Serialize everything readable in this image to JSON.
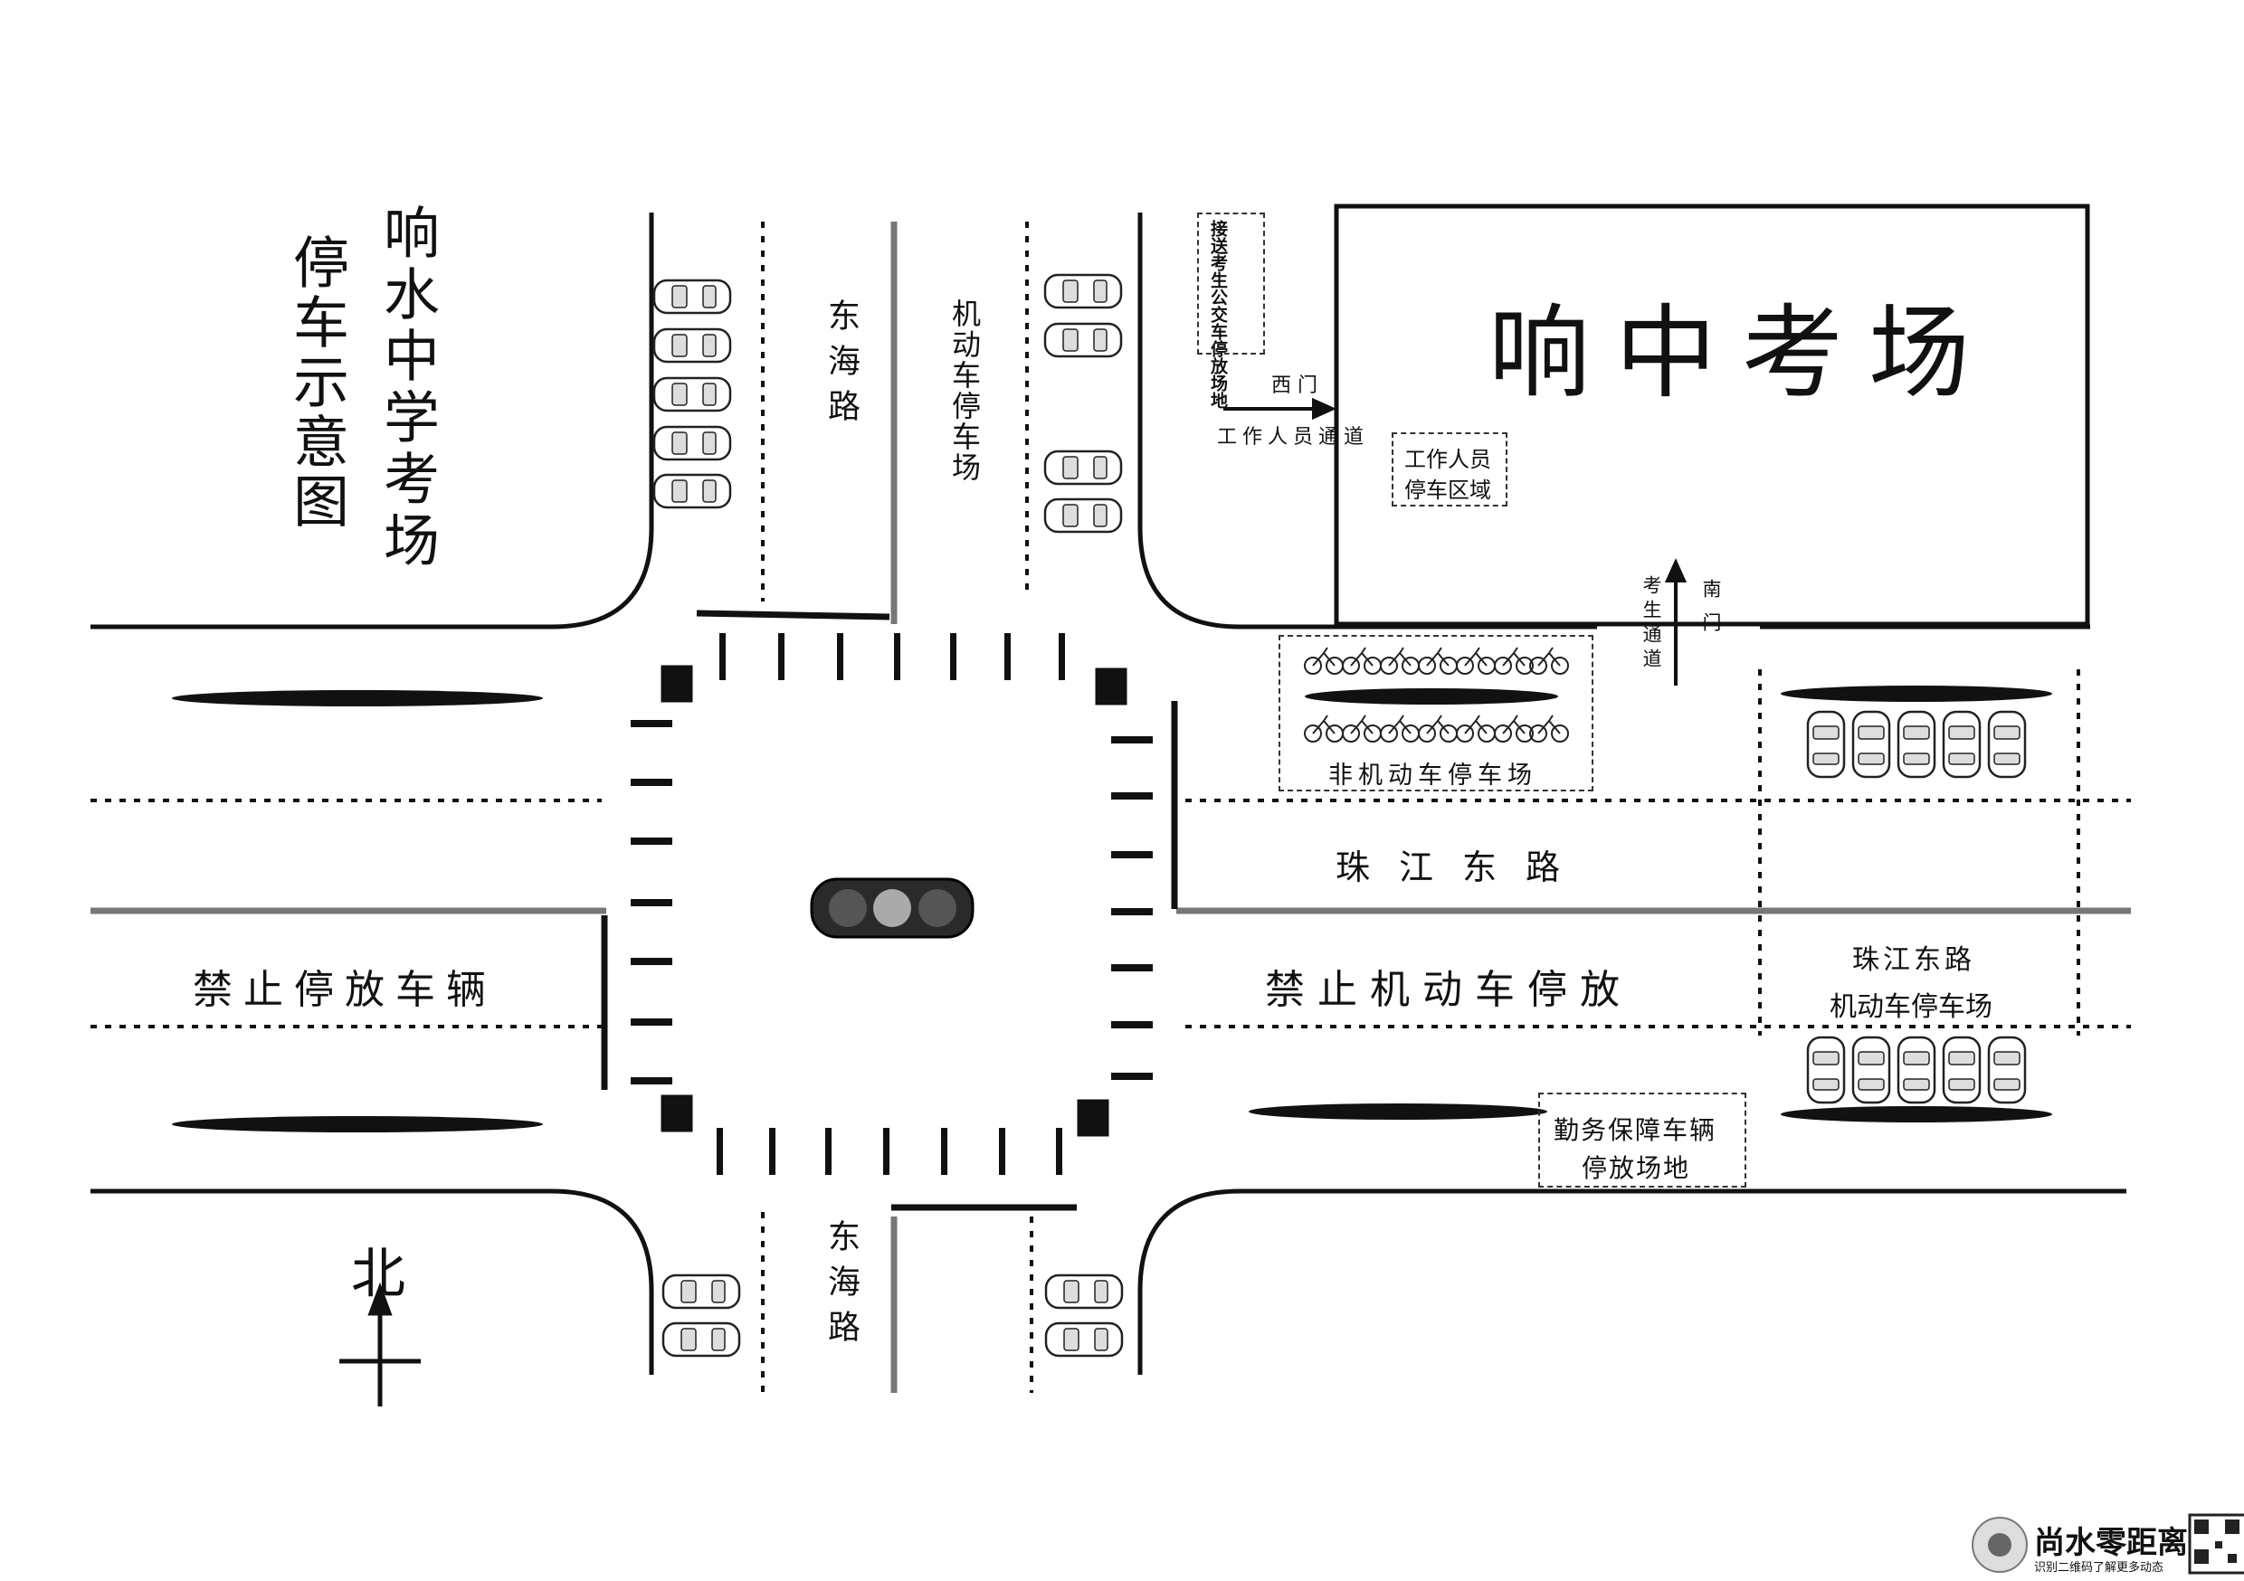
{
  "title": {
    "line1": "响水中学考场",
    "line2": "停车示意图"
  },
  "venue": "响中考场",
  "roads": {
    "north_south": "东海路",
    "east_west": "珠江东路"
  },
  "zones": {
    "motor_parking_north": "机动车停车场",
    "bus_area": "接送考生公交车停放场地",
    "staff_parking": {
      "line1": "工作人员",
      "line2": "停车区域"
    },
    "non_motor_parking": "非机动车停车场",
    "zhujiang_parking": {
      "line1": "珠江东路",
      "line2": "机动车停车场"
    },
    "service_parking": {
      "line1": "勤务保障车辆",
      "line2": "停放场地"
    }
  },
  "gates": {
    "west_gate": "西 门",
    "staff_passage": "工作人员通道",
    "south_gate": "南门",
    "student_passage": "考生通道"
  },
  "restrictions": {
    "west": "禁止停放车辆",
    "east": "禁止机动车停放"
  },
  "compass": {
    "north": "北"
  },
  "watermark": {
    "brand": "尚水零距离",
    "sub": "识别二维码了解更多动态"
  },
  "colors": {
    "line": "#111111",
    "paper": "#ffffff",
    "signal_body": "#2a2a2a",
    "signal_lamp": "#555555",
    "signal_lit": "#aaaaaa"
  }
}
